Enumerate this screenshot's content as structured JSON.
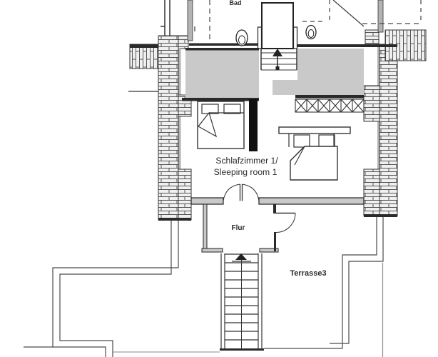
{
  "plan": {
    "kind": "floor-plan",
    "rooms": {
      "bad": {
        "label": "Bad"
      },
      "sleeping": {
        "line1": "Schlafzimmer 1/",
        "line2": "Sleeping room 1"
      },
      "flur": {
        "label": "Flur"
      },
      "terrasse": {
        "label": "Terrasse3"
      }
    },
    "icons": {
      "toilet": "toilet-icon",
      "sink": "sink-icon",
      "stairs_up_arrow": "stairs-up-arrow-icon",
      "stairs_down_arrow": "stairs-down-arrow-icon",
      "double_door": "double-door-swing-icon",
      "single_door": "door-swing-icon",
      "bed": "bed-icon",
      "chimney": "chimney-icon",
      "balustrade": "x-balustrade-icon"
    },
    "colors": {
      "background": "#ffffff",
      "wall_dark": "#2a2a2a",
      "wardrobe_gray": "#c9c9c9",
      "wall_face_gray": "#b3b3b3",
      "hatch_line": "#555555",
      "thin_line": "#4a4a4a",
      "chimney_black": "#111111"
    }
  }
}
